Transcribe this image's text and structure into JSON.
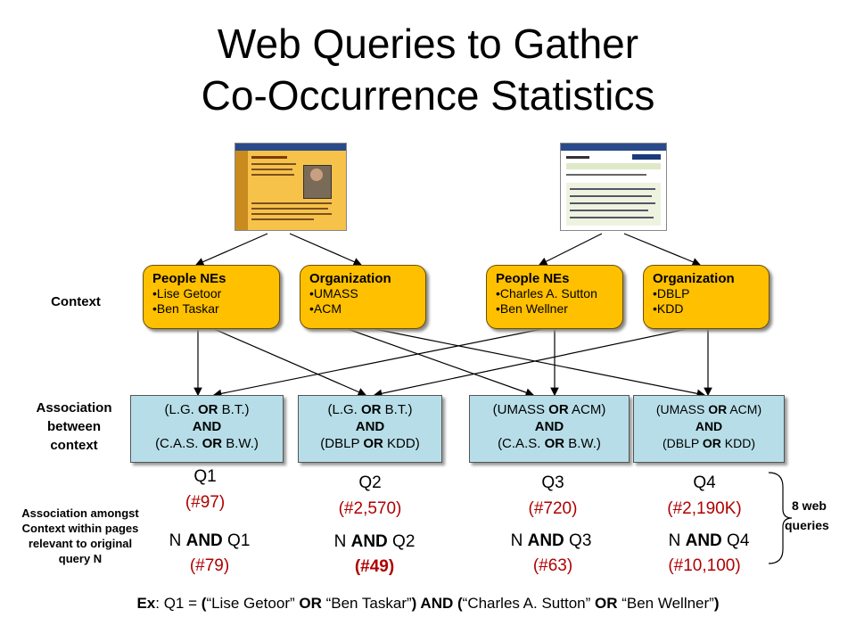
{
  "title": {
    "line1": "Web Queries to Gather",
    "line2": "Co-Occurrence Statistics"
  },
  "row_labels": {
    "context": "Context",
    "association_between": [
      "Association",
      "between",
      "context"
    ],
    "association_amongst": [
      "Association amongst",
      "Context within pages",
      "relevant to original",
      "query N"
    ]
  },
  "context_boxes": [
    {
      "header": "People NEs",
      "items": [
        "•Lise Getoor",
        "•Ben Taskar"
      ]
    },
    {
      "header": "Organization",
      "items": [
        "•UMASS",
        "•ACM"
      ]
    },
    {
      "header": "People NEs",
      "items": [
        "•Charles A. Sutton",
        "•Ben Wellner"
      ]
    },
    {
      "header": "Organization",
      "items": [
        "•DBLP",
        "•KDD"
      ]
    }
  ],
  "assoc_boxes": [
    {
      "l1a": "(L.G. ",
      "l1b": "OR",
      "l1c": " B.T.)",
      "and": "AND",
      "l3a": "(C.A.S. ",
      "l3b": "OR",
      "l3c": " B.W.)"
    },
    {
      "l1a": "(L.G. ",
      "l1b": "OR",
      "l1c": " B.T.)",
      "and": "AND",
      "l3a": "(DBLP ",
      "l3b": "OR",
      "l3c": " KDD)"
    },
    {
      "l1a": "(UMASS ",
      "l1b": "OR",
      "l1c": " ACM)",
      "and": "AND",
      "l3a": "(C.A.S. ",
      "l3b": "OR",
      "l3c": " B.W.)"
    },
    {
      "l1a": "(UMASS ",
      "l1b": "OR",
      "l1c": " ACM)",
      "and": "AND",
      "l3a": "(DBLP ",
      "l3b": "OR",
      "l3c": " KDD)"
    }
  ],
  "queries": [
    {
      "name": "Q1",
      "count": "(#97)",
      "and_pre": "N ",
      "and_kw": "AND",
      "and_post": " Q1",
      "and_count": "(#79)"
    },
    {
      "name": "Q2",
      "count": "(#2,570)",
      "and_pre": "N ",
      "and_kw": "AND",
      "and_post": " Q2",
      "and_count": "(#49)"
    },
    {
      "name": "Q3",
      "count": "(#720)",
      "and_pre": "N ",
      "and_kw": "AND",
      "and_post": " Q3",
      "and_count": "(#63)"
    },
    {
      "name": "Q4",
      "count": "(#2,190K)",
      "and_pre": "N ",
      "and_kw": "AND",
      "and_post": " Q4",
      "and_count": "(#10,100)"
    }
  ],
  "brace_label": [
    "8 web",
    "queries"
  ],
  "example": {
    "ex": "Ex",
    "a": ": Q1 = ",
    "p1": "(",
    "b": "“Lise Getoor” ",
    "or1": "OR",
    "c": " “Ben Taskar”",
    "p2": ")",
    "and": " AND ",
    "p3": "(",
    "d": "“Charles A. Sutton” ",
    "or2": "OR",
    "e": " “Ben Wellner”",
    "p4": ")"
  },
  "colors": {
    "context_fill": "#ffc000",
    "assoc_fill": "#b7dee8",
    "count_red": "#b00000"
  }
}
